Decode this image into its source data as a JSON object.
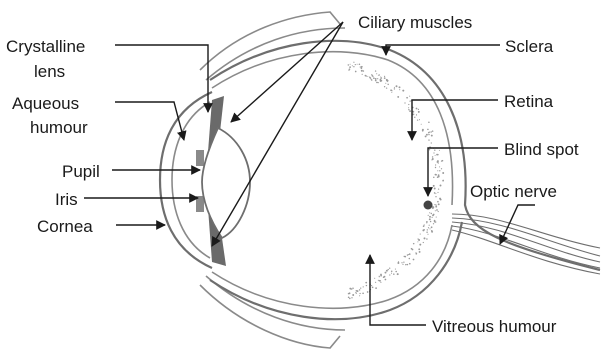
{
  "labels": {
    "ciliary_muscles": "Ciliary muscles",
    "crystalline_lens_1": "Crystalline",
    "crystalline_lens_2": "lens",
    "sclera": "Sclera",
    "aqueous_humour_1": "Aqueous",
    "aqueous_humour_2": "humour",
    "retina": "Retina",
    "pupil": "Pupil",
    "blind_spot": "Blind spot",
    "iris": "Iris",
    "optic_nerve": "Optic nerve",
    "cornea": "Cornea",
    "vitreous_humour": "Vitreous humour"
  },
  "colors": {
    "line": "#1a1a1a",
    "tissue": "#6e6e6e",
    "muscle": "#6a6a6a",
    "speckle": "#9a9a9a",
    "blind_spot_dot": "#444444"
  }
}
